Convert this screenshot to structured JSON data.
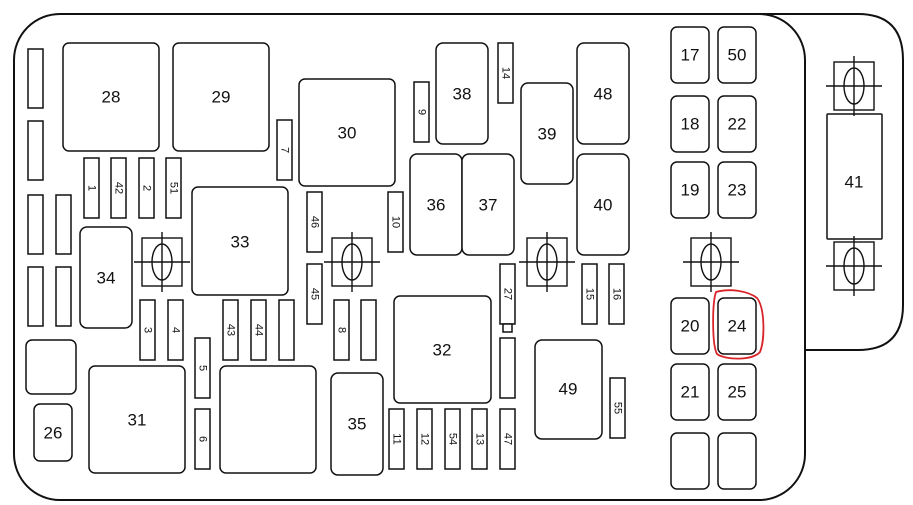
{
  "diagram": {
    "highlight_color": "#d9242a",
    "highlighted_item": "24",
    "labels": {
      "f1": "1",
      "f2": "2",
      "f3": "3",
      "f4": "4",
      "f5": "5",
      "f6": "6",
      "f7": "7",
      "f8": "8",
      "f9": "9",
      "f10": "10",
      "f11": "11",
      "f12": "12",
      "f13": "13",
      "f14": "14",
      "f15": "15",
      "f16": "16",
      "f17": "17",
      "f18": "18",
      "f19": "19",
      "f20": "20",
      "f21": "21",
      "f22": "22",
      "f23": "23",
      "f24": "24",
      "f25": "25",
      "f26": "26",
      "f27": "27",
      "f28": "28",
      "f29": "29",
      "f30": "30",
      "f31": "31",
      "f32": "32",
      "f33": "33",
      "f34": "34",
      "f35": "35",
      "f36": "36",
      "f37": "37",
      "f38": "38",
      "f39": "39",
      "f40": "40",
      "f41": "41",
      "f42": "42",
      "f43": "43",
      "f44": "44",
      "f45": "45",
      "f46": "46",
      "f47": "47",
      "f48": "48",
      "f49": "49",
      "f50": "50",
      "f51": "51",
      "f54": "54",
      "f55": "55"
    }
  }
}
